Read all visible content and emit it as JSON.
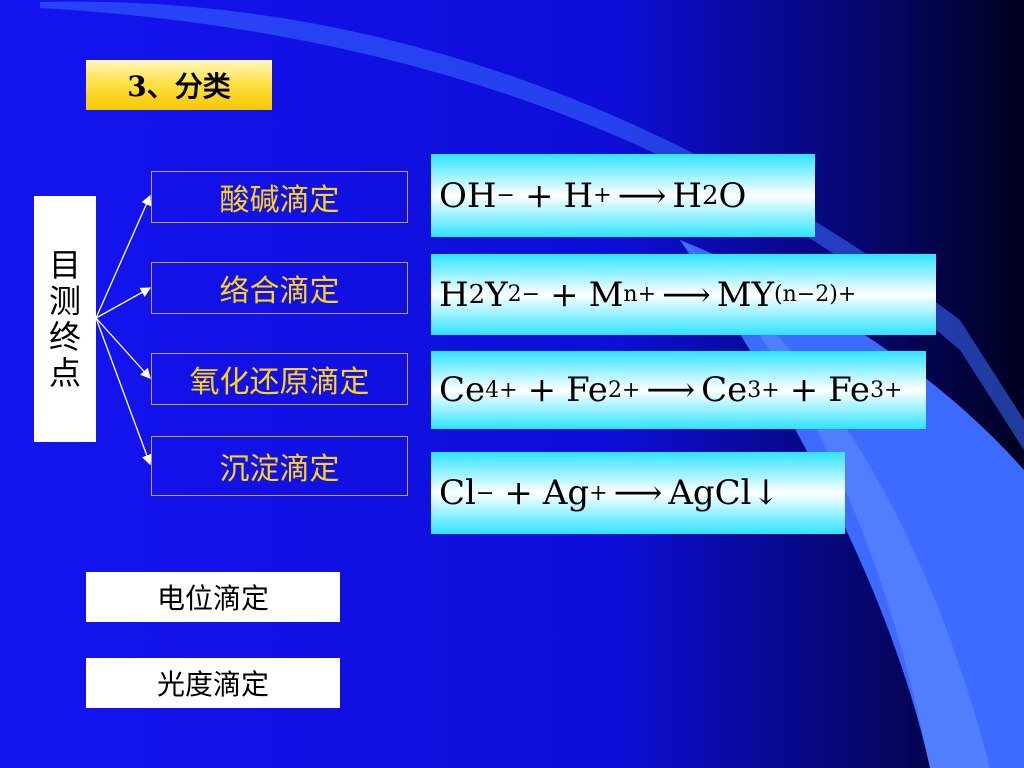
{
  "slide": {
    "title": "3、分类",
    "vertical_label": [
      "目",
      "测",
      "终",
      "点"
    ],
    "methods": [
      {
        "label": "酸碱滴定"
      },
      {
        "label": "络合滴定"
      },
      {
        "label": "氧化还原滴定"
      },
      {
        "label": "沉淀滴定"
      }
    ],
    "equations": {
      "acid_base": {
        "a": "OH",
        "a_sup": "−",
        "plus": "+",
        "b": "H",
        "b_sup": "+",
        "p1": "H",
        "p1_sub": "2",
        "p2": "O"
      },
      "complex": {
        "a": "H",
        "a_sub": "2",
        "a2": "Y",
        "a2_sup": "2−",
        "plus": "+",
        "b": "M",
        "b_sup": "n+",
        "p": "MY",
        "p_sup": "(n−2)+"
      },
      "redox": {
        "a": "Ce",
        "a_sup": "4+",
        "plus1": "+",
        "b": "Fe",
        "b_sup": "2+",
        "c": "Ce",
        "c_sup": "3+",
        "plus2": "+",
        "d": "Fe",
        "d_sup": "3+"
      },
      "precip": {
        "a": "Cl",
        "a_sup": "−",
        "plus": "+",
        "b": "Ag",
        "b_sup": "+",
        "p": "AgCl",
        "down": "↓"
      }
    },
    "other_methods": [
      {
        "label": "电位滴定"
      },
      {
        "label": "光度滴定"
      }
    ],
    "arrow_glyph": "⟶",
    "colors": {
      "background": "#1010e8",
      "method_text": "#ffd21e",
      "title_fill": "#ffe14a",
      "equation_fill": "#2fe3ff"
    }
  }
}
